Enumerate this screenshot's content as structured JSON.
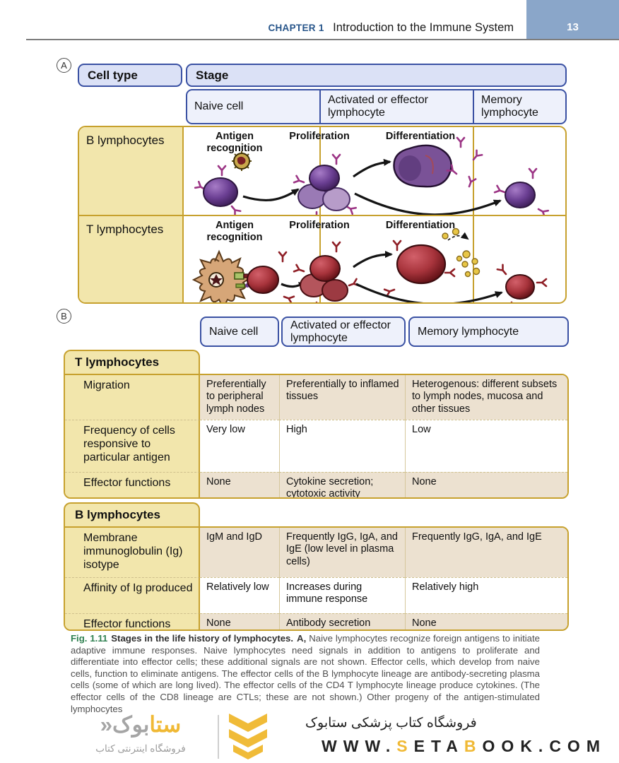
{
  "header": {
    "chapter_label": "CHAPTER 1",
    "title": "Introduction to the Immune System",
    "page_number": "13"
  },
  "panel_a": {
    "marker": "A",
    "cell_type_header": "Cell type",
    "stage_header": "Stage",
    "stage_columns": [
      "Naive cell",
      "Activated or effector lymphocyte",
      "Memory lymphocyte"
    ],
    "rows": [
      {
        "label": "B lymphocytes",
        "stage_labels": [
          "Antigen recognition",
          "Proliferation",
          "Differentiation"
        ]
      },
      {
        "label": "T lymphocytes",
        "stage_labels": [
          "Antigen recognition",
          "Proliferation",
          "Differentiation"
        ]
      }
    ]
  },
  "panel_b": {
    "marker": "B",
    "columns": [
      "Naive cell",
      "Activated or effector lymphocyte",
      "Memory lymphocyte"
    ],
    "t_section": {
      "header": "T lymphocytes",
      "rows": [
        {
          "label": "Migration",
          "naive": "Preferentially to peripheral lymph nodes",
          "activated": "Preferentially to inflamed tissues",
          "memory": "Heterogenous: different subsets to lymph nodes, mucosa and other tissues"
        },
        {
          "label": "Frequency of cells responsive to particular antigen",
          "naive": "Very low",
          "activated": "High",
          "memory": "Low"
        },
        {
          "label": "Effector functions",
          "naive": "None",
          "activated": "Cytokine secretion; cytotoxic activity",
          "memory": "None"
        }
      ]
    },
    "b_section": {
      "header": "B lymphocytes",
      "rows": [
        {
          "label": "Membrane immunoglobulin (Ig) isotype",
          "naive": "IgM and IgD",
          "activated": "Frequently IgG, IgA, and IgE (low level in plasma cells)",
          "memory": "Frequently IgG, IgA, and IgE"
        },
        {
          "label": "Affinity of Ig produced",
          "naive": "Relatively low",
          "activated": "Increases during immune response",
          "memory": "Relatively high"
        },
        {
          "label": "Effector functions",
          "naive": "None",
          "activated": "Antibody secretion",
          "memory": "None"
        }
      ]
    }
  },
  "caption": {
    "fig_label": "Fig. 1.11",
    "fig_title": "Stages in the life history of lymphocytes.",
    "part_marker": "A,",
    "body": "Naive lymphocytes recognize foreign antigens to initiate adaptive immune responses. Naive lymphocytes need signals in addition to antigens to proliferate and differentiate into effector cells; these additional signals are not shown. Effector cells, which develop from naive cells, function to eliminate antigens. The effector cells of the B lymphocyte lineage are antibody-secreting plasma cells (some of which are long lived). The effector cells of the CD4 T lymphocyte lineage produce cytokines. (The effector cells of the CD8 lineage are CTLs; these are not shown.) Other progeny of the antigen-stimulated lymphocytes"
  },
  "footer": {
    "wordmark_yellow": "ستا",
    "wordmark_gray": "بوک«",
    "logo_subtitle": "فروشگاه اینترنتی کتاب",
    "store_line_fa": "فروشگاه کتاب پزشکی ستابوک",
    "website_segments": [
      {
        "text": "WWW."
      },
      {
        "text": "S"
      },
      {
        "text": "ETA"
      },
      {
        "text": "B"
      },
      {
        "text": "OOK.COM"
      }
    ]
  },
  "colors": {
    "accent_blue": "#3a51a3",
    "chapter_blue": "#27558a",
    "page_badge_blue": "#8aa6c9",
    "gold_border": "#c7a12e",
    "tan_fill": "#f2e6ac",
    "beige_fill": "#ece1d0",
    "caption_green": "#2e8050",
    "brand_yellow": "#f0b935"
  }
}
